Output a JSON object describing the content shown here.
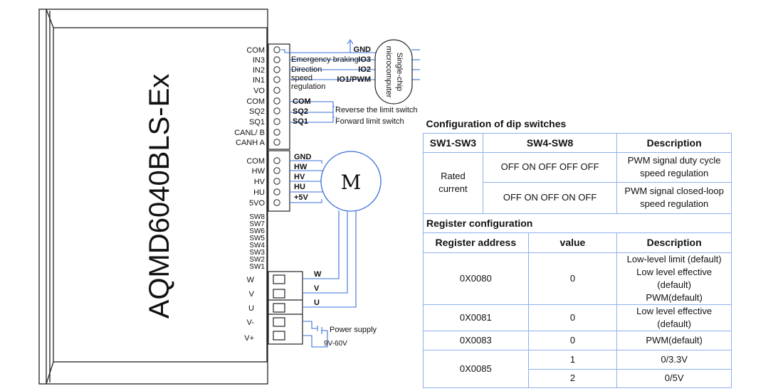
{
  "diagram": {
    "model": "AQMD6040BLS-Ex",
    "left_terminals": [
      "COM",
      "IN3",
      "IN2",
      "IN1",
      "VO",
      "COM",
      "SQ2",
      "SQ1",
      "CANL/ B",
      "CANH A"
    ],
    "hall_terminals": [
      "COM",
      "HW",
      "HV",
      "HU",
      "5VO"
    ],
    "sw_labels": [
      "SW8",
      "SW7",
      "SW6",
      "SW5",
      "SW4",
      "SW3",
      "SW2",
      "SW1"
    ],
    "power_terminals": [
      "W",
      "V",
      "U",
      "V-",
      "V+"
    ],
    "control_signals": [
      "Emergency braking",
      "Direction",
      "speed",
      "regulation"
    ],
    "mcu_pins": [
      "GND",
      "IO3",
      "IO2",
      "IO1/PWM"
    ],
    "mcu_label_line1": "Single-chip",
    "mcu_label_line2": "microcomputer",
    "limit_pins": [
      "COM",
      "SQ2",
      "SQ1"
    ],
    "limit_labels": [
      "Reverse the limit switch",
      "Forward limit switch"
    ],
    "hall_pins": [
      "GND",
      "HW",
      "HV",
      "HU",
      "+5V"
    ],
    "motor_label": "M",
    "phase_labels": [
      "W",
      "V",
      "U"
    ],
    "power_supply_label": "Power supply",
    "power_supply_range": "9V-60V",
    "colors": {
      "wire": "#3a6fd8",
      "table_border": "#8fb0ee"
    }
  },
  "dip_table": {
    "title": "Configuration of dip switches",
    "headers": [
      "SW1-SW3",
      "SW4-SW8",
      "Description"
    ],
    "row_label": "Rated\ncurrent",
    "rows": [
      {
        "sw48": "OFF ON OFF OFF OFF",
        "desc": "PWM signal duty cycle\nspeed regulation"
      },
      {
        "sw48": "OFF ON OFF ON OFF",
        "desc": "PWM signal closed-loop\nspeed regulation"
      }
    ]
  },
  "reg_table": {
    "title": "Register configuration",
    "headers": [
      "Register address",
      "value",
      "Description"
    ],
    "rows": [
      {
        "addr": "0X0080",
        "value": "0",
        "desc": "Low-level limit (default)\nLow level effective (default)\nPWM(default)"
      },
      {
        "addr": "0X0081",
        "value": "0",
        "desc": "Low level effective (default)"
      },
      {
        "addr": "0X0083",
        "value": "0",
        "desc": "PWM(default)"
      },
      {
        "addr": "0X0085",
        "value": "1",
        "desc": "0/3.3V"
      },
      {
        "addr": "",
        "value": "2",
        "desc": "0/5V"
      }
    ]
  }
}
